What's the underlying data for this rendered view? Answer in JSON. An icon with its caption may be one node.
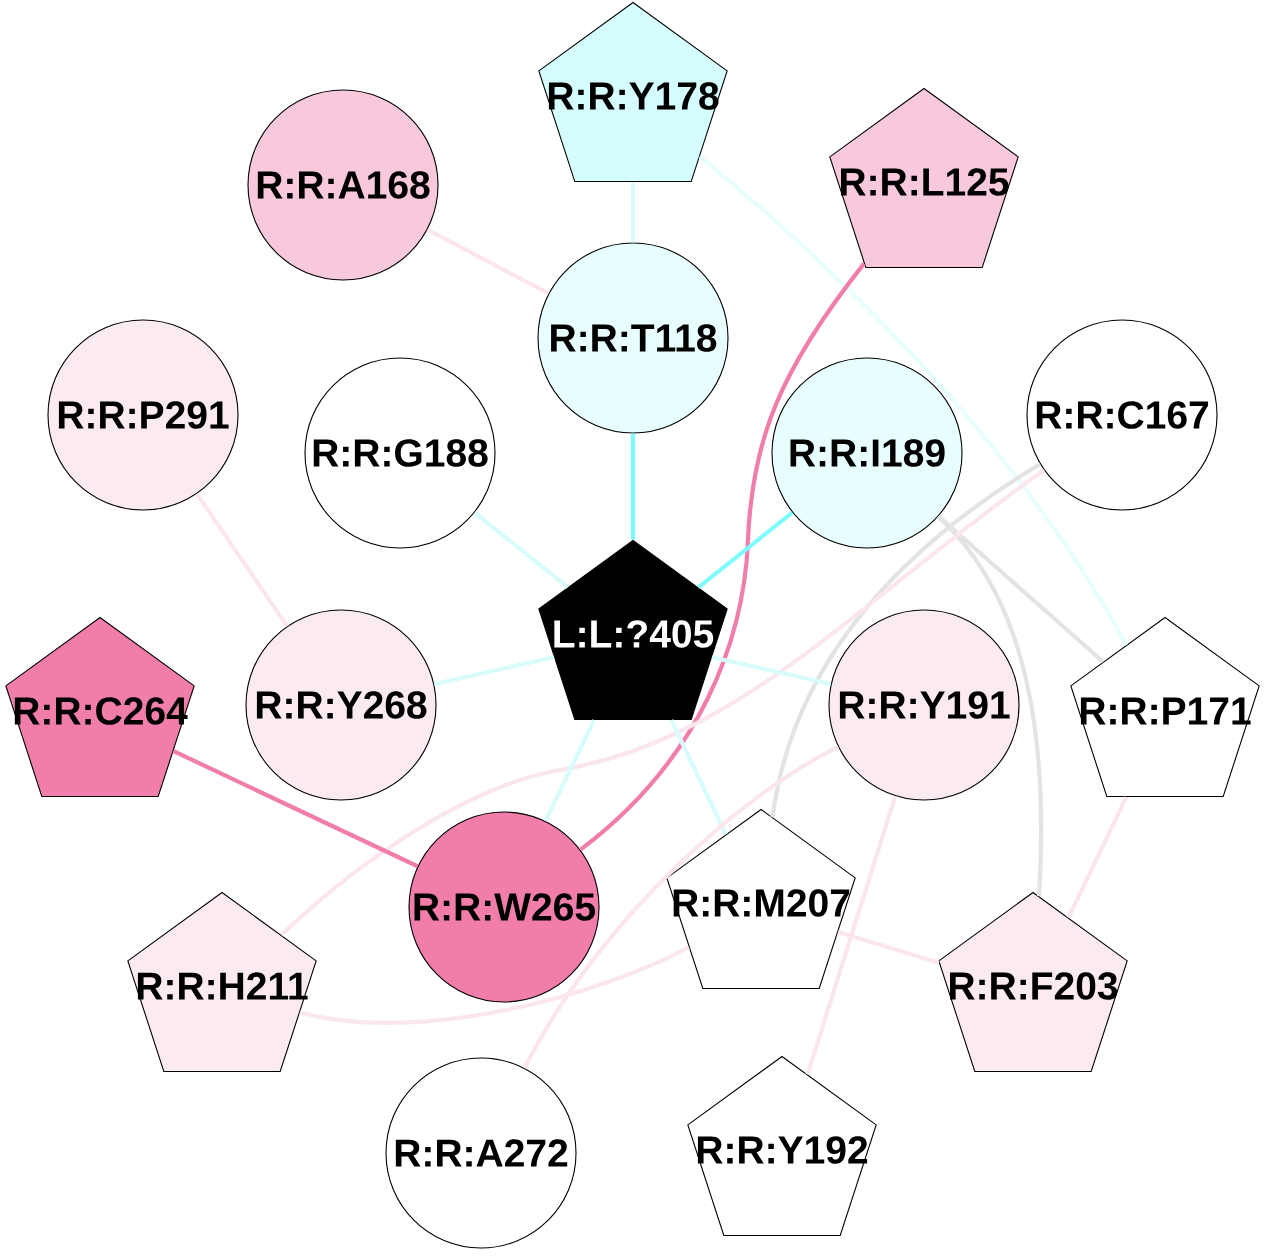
{
  "diagram": {
    "nodes": [
      {
        "text": [
          "R:R:Y178"
        ]
      },
      {
        "text": [
          "R:R:A168"
        ]
      },
      {
        "text": [
          "R:R:L125"
        ]
      },
      {
        "text": [
          "R:R:T118"
        ]
      },
      {
        "text": [
          "R:R:P291"
        ]
      },
      {
        "text": [
          "R:R:G188"
        ]
      },
      {
        "text": [
          "R:R:I189"
        ]
      },
      {
        "text": [
          "R:R:C167"
        ]
      },
      {
        "text": [
          "L:L:?405"
        ]
      },
      {
        "text": [
          "R:R:C264"
        ]
      },
      {
        "text": [
          "R:R:Y268"
        ]
      },
      {
        "text": [
          "R:R:Y191"
        ]
      },
      {
        "text": [
          "R:R:P171"
        ]
      },
      {
        "text": [
          "R:R:W265"
        ]
      },
      {
        "text": [
          "R:R:M207"
        ]
      },
      {
        "text": [
          "R:R:H211"
        ]
      },
      {
        "text": [
          "R:R:F203"
        ]
      },
      {
        "text": [
          "R:R:A272"
        ]
      },
      {
        "text": [
          "R:R:Y192"
        ]
      }
    ],
    "edges": [
      {
        "from": 0,
        "to": 3,
        "arrow": "none",
        "color": "#d8fcfc"
      },
      {
        "from": 0,
        "to": 12,
        "arrow": "none",
        "color": "#e8fefe"
      },
      {
        "from": 1,
        "to": 3,
        "arrow": "none"
      },
      {
        "from": 2,
        "to": 13,
        "arrow": "none",
        "color": "#f07daa"
      },
      {
        "from": 3,
        "to": 8,
        "arrow": "none",
        "color": "#80fbfb"
      },
      {
        "from": 4,
        "to": 10,
        "arrow": "none"
      },
      {
        "from": 5,
        "to": 8,
        "arrow": "none",
        "color": "#d8fcfc"
      },
      {
        "from": 6,
        "to": 8,
        "arrow": "none",
        "color": "#80fbfb"
      },
      {
        "from": 6,
        "to": 12,
        "arrow": "none",
        "color": "#e3e3e3"
      },
      {
        "from": 6,
        "to": 16,
        "arrow": "none",
        "color": "#e3e3e3"
      },
      {
        "from": 7,
        "to": 14,
        "arrow": "none",
        "color": "#e3e3e3"
      },
      {
        "from": 7,
        "to": 15,
        "arrow": "none"
      },
      {
        "from": 9,
        "to": 13,
        "arrow": "none",
        "color": "#f07daa"
      },
      {
        "from": 10,
        "to": 8,
        "arrow": "none",
        "color": "#d8fcfc"
      },
      {
        "from": 8,
        "to": 11,
        "arrow": "none",
        "color": "#d8fcfc"
      },
      {
        "from": 8,
        "to": 13,
        "arrow": "none",
        "color": "#d8fcfc"
      },
      {
        "from": 8,
        "to": 14,
        "arrow": "none",
        "color": "#d8fcfc"
      },
      {
        "from": 11,
        "to": 17,
        "arrow": "none"
      },
      {
        "from": 11,
        "to": 18,
        "arrow": "none"
      },
      {
        "from": 12,
        "to": 16,
        "arrow": "none"
      },
      {
        "from": 14,
        "to": 15,
        "arrow": "none"
      },
      {
        "from": 14,
        "to": 16,
        "arrow": "none"
      }
    ]
  }
}
